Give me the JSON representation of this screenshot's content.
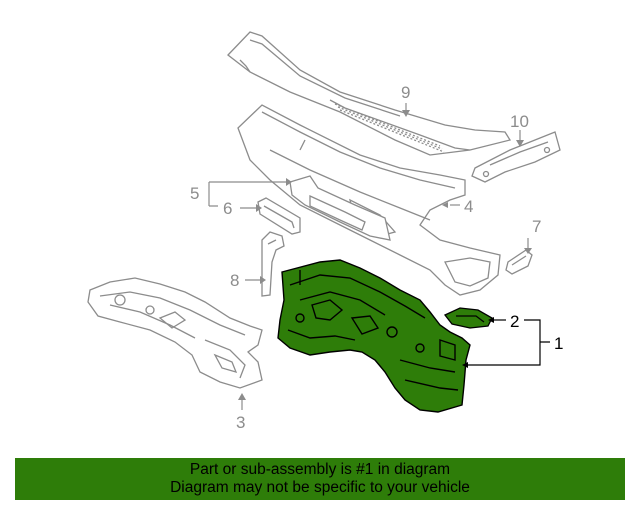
{
  "diagram": {
    "callouts": {
      "c1": "1",
      "c2": "2",
      "c3": "3",
      "c4": "4",
      "c5": "5",
      "c6": "6",
      "c7": "7",
      "c8": "8",
      "c9": "9",
      "c10": "10"
    },
    "colors": {
      "highlight_fill": "#2e7d09",
      "part_stroke": "#8c8c8c",
      "highlight_stroke": "#000000"
    }
  },
  "banner": {
    "line1": "Part or sub-assembly is #1 in diagram",
    "line2": "Diagram may not be specific to your vehicle",
    "background": "#2e7d09"
  }
}
